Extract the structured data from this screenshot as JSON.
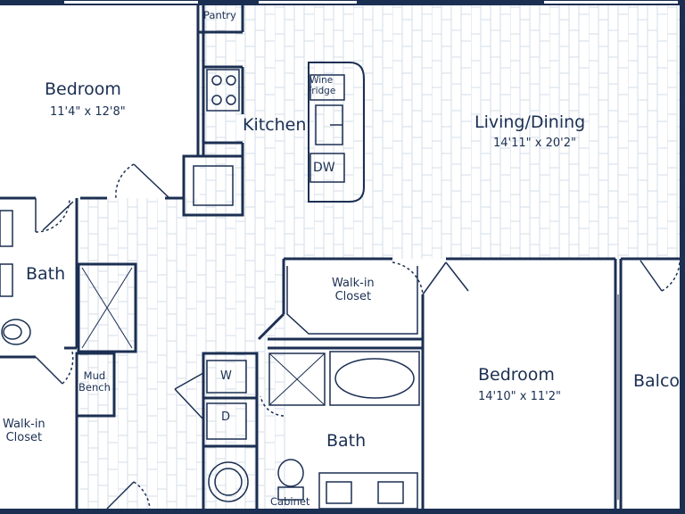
{
  "colors": {
    "wall": "#1b2f52",
    "fixture": "#1b2f52",
    "floor_planks": "#d9e2ec",
    "background": "#ffffff"
  },
  "rooms": {
    "bedroom_1": {
      "name": "Bedroom",
      "dims": "11'4\" x 12'8\""
    },
    "pantry": {
      "name": "Pantry"
    },
    "kitchen": {
      "name": "Kitchen"
    },
    "wine_fridge": {
      "name": "Wine\nFridge"
    },
    "dishwasher": {
      "name": "DW"
    },
    "living_dining": {
      "name": "Living/Dining",
      "dims": "14'11\" x 20'2\""
    },
    "bath_1": {
      "name": "Bath"
    },
    "walk_in_closet_1": {
      "name": "Walk-in\nCloset"
    },
    "mud_bench": {
      "name": "Mud\nBench"
    },
    "walk_in_closet_2": {
      "name": "Walk-in\nCloset"
    },
    "washer": {
      "name": "W"
    },
    "dryer": {
      "name": "D"
    },
    "bedroom_2": {
      "name": "Bedroom",
      "dims": "14'10\" x 11'2\""
    },
    "balcony": {
      "name": "Balcony"
    },
    "bath_2": {
      "name": "Bath"
    },
    "cabinet": {
      "name": "Cabinet"
    }
  }
}
